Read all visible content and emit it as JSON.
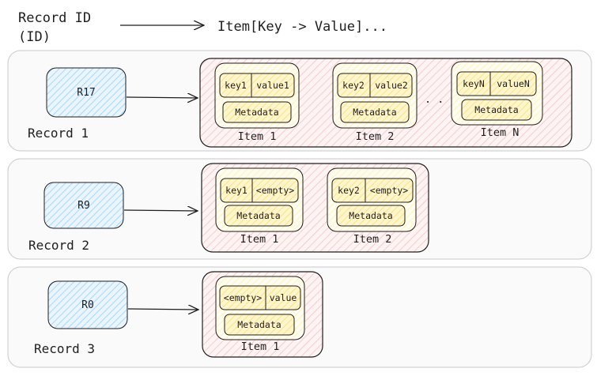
{
  "legend": {
    "id_line1": "Record ID",
    "id_line2": "(ID)",
    "item_desc": "Item[Key -> Value]..."
  },
  "colors": {
    "record_bg": "#f8f9fa",
    "id_fill": "#a5d8ff",
    "items_fill": "#ffc9c9",
    "item_fill": "#fff9db",
    "cell_fill": "#ffec99",
    "stroke": "#1e1e1e"
  },
  "records": [
    {
      "label": "Record 1",
      "id": "R17",
      "items": [
        {
          "key": "key1",
          "value": "value1",
          "meta": "Metadata",
          "caption": "Item 1"
        },
        {
          "key": "key2",
          "value": "value2",
          "meta": "Metadata",
          "caption": "Item 2"
        },
        {
          "key": "keyN",
          "value": "valueN",
          "meta": "Metadata",
          "caption": "Item N"
        }
      ],
      "ellipsis": ". ."
    },
    {
      "label": "Record 2",
      "id": "R9",
      "items": [
        {
          "key": "key1",
          "value": "<empty>",
          "meta": "Metadata",
          "caption": "Item 1"
        },
        {
          "key": "key2",
          "value": "<empty>",
          "meta": "Metadata",
          "caption": "Item 2"
        }
      ]
    },
    {
      "label": "Record 3",
      "id": "R0",
      "items": [
        {
          "key": "<empty>",
          "value": "value",
          "meta": "Metadata",
          "caption": "Item 1"
        }
      ]
    }
  ]
}
